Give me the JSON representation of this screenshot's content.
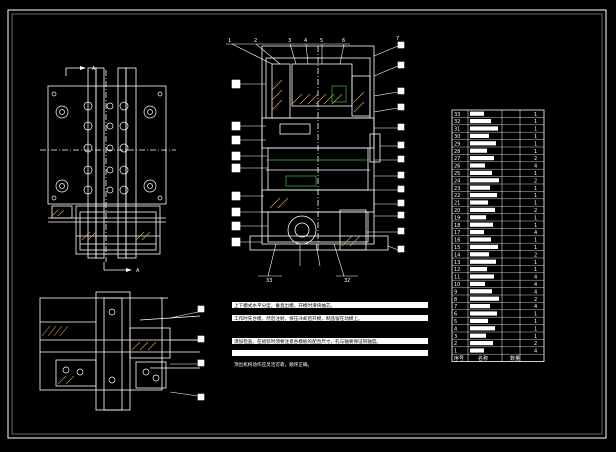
{
  "view_a": {
    "arrow_label_top": "A",
    "arrow_label_bottom": "A",
    "section_mark": "←A"
  },
  "callouts_top": [
    "1",
    "2",
    "3",
    "4",
    "5",
    "6",
    "7"
  ],
  "callouts_bottom": [
    "33",
    "32"
  ],
  "notes": {
    "line1": "上下模式水平分型，垂直出模，开模时滑块抽芯。",
    "line2": "工作时先合模，然后注射，保压冷却后开模，制品留在动模上。",
    "line3": "须加检查。在组装时须要注意各模板的配合尺寸，孔与轴要保证同轴度。",
    "line4": "顶出机构动作应灵活可靠，顺序正确。"
  },
  "parts_table": {
    "numbers": [
      "33",
      "32",
      "31",
      "30",
      "29",
      "28",
      "27",
      "26",
      "25",
      "24",
      "23",
      "22",
      "21",
      "20",
      "19",
      "18",
      "17",
      "16",
      "15",
      "14",
      "13",
      "12",
      "11",
      "10",
      "9",
      "8",
      "7",
      "6",
      "5",
      "4",
      "3",
      "2",
      "1"
    ],
    "quantities": [
      "1",
      "1",
      "1",
      "1",
      "1",
      "1",
      "2",
      "4",
      "1",
      "2",
      "1",
      "1",
      "1",
      "2",
      "1",
      "1",
      "4",
      "1",
      "1",
      "2",
      "1",
      "1",
      "4",
      "4",
      "4",
      "2",
      "4",
      "1",
      "1",
      "1",
      "1",
      "2",
      "4"
    ],
    "header": [
      "序号",
      "名称",
      "数量"
    ]
  }
}
